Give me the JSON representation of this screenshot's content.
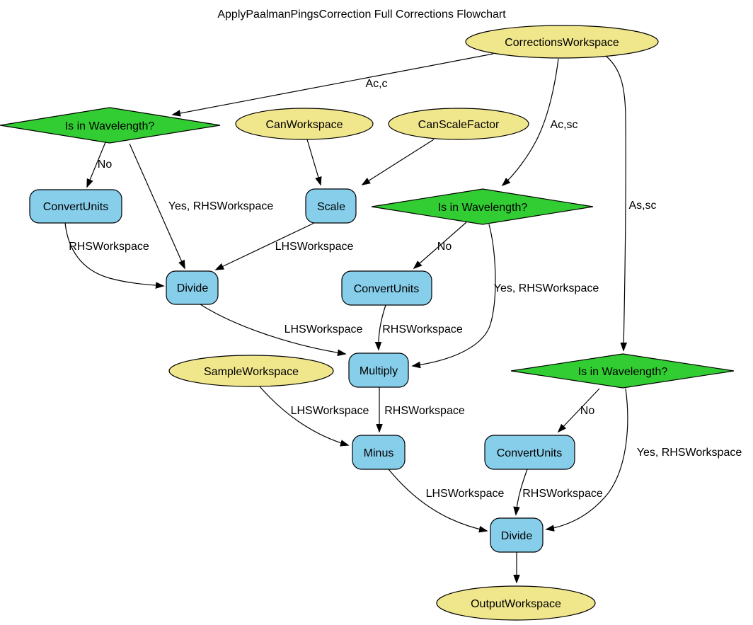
{
  "title": "ApplyPaalmanPingsCorrection Full Corrections Flowchart",
  "colors": {
    "workspace_fill": "#F0E68C",
    "algorithm_fill": "#87CEEB",
    "decision_fill": "#32CD32",
    "outline": "#000000",
    "background": "#FFFFFF"
  },
  "nodes": {
    "corrections_workspace": {
      "label": "CorrectionsWorkspace",
      "type": "workspace"
    },
    "wavelength_check_left": {
      "label": "Is in Wavelength?",
      "type": "decision"
    },
    "can_workspace": {
      "label": "CanWorkspace",
      "type": "workspace"
    },
    "can_scale_factor": {
      "label": "CanScaleFactor",
      "type": "workspace"
    },
    "convert_units_left": {
      "label": "ConvertUnits",
      "type": "algorithm"
    },
    "scale": {
      "label": "Scale",
      "type": "algorithm"
    },
    "wavelength_check_middle": {
      "label": "Is in Wavelength?",
      "type": "decision"
    },
    "divide_corrections": {
      "label": "Divide",
      "type": "algorithm"
    },
    "convert_units_middle": {
      "label": "ConvertUnits",
      "type": "algorithm"
    },
    "sample_workspace": {
      "label": "SampleWorkspace",
      "type": "workspace"
    },
    "multiply": {
      "label": "Multiply",
      "type": "algorithm"
    },
    "wavelength_check_right": {
      "label": "Is in Wavelength?",
      "type": "decision"
    },
    "minus": {
      "label": "Minus",
      "type": "algorithm"
    },
    "convert_units_right": {
      "label": "ConvertUnits",
      "type": "algorithm"
    },
    "divide_output": {
      "label": "Divide",
      "type": "algorithm"
    },
    "output_workspace": {
      "label": "OutputWorkspace",
      "type": "workspace"
    }
  },
  "edge_labels": {
    "ac_c": "Ac,c",
    "ac_sc": "Ac,sc",
    "as_sc": "As,sc",
    "no_left": "No",
    "yes_left": "Yes, RHSWorkspace",
    "rhs_left": "RHSWorkspace",
    "lhs_scale": "LHSWorkspace",
    "no_middle": "No",
    "yes_middle": "Yes, RHSWorkspace",
    "lhs_divide": "LHSWorkspace",
    "rhs_convert_middle": "RHSWorkspace",
    "lhs_sample": "LHSWorkspace",
    "rhs_multiply": "RHSWorkspace",
    "lhs_minus": "LHSWorkspace",
    "rhs_convert_right": "RHSWorkspace",
    "no_right": "No",
    "yes_right": "Yes, RHSWorkspace"
  }
}
